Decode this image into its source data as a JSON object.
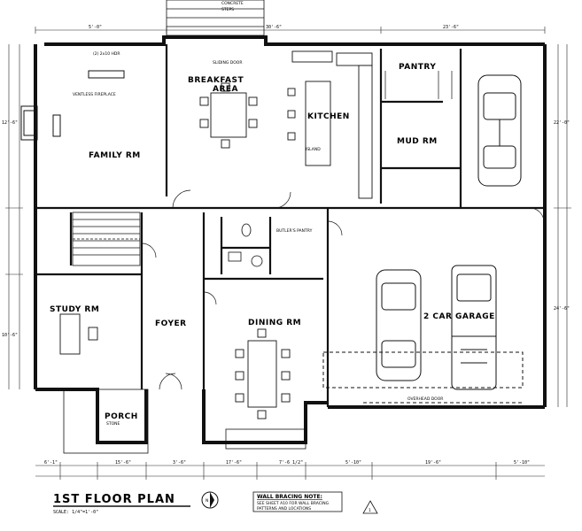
{
  "drawing": {
    "title": "1ST FLOOR PLAN",
    "scale": "SCALE: 1/4\"=1'-0\"",
    "north_marker": "N",
    "note_title": "WALL BRACING NOTE:",
    "note_lines": [
      "SEE SHEET A10 FOR WALL BRACING",
      "PATTERNS AND LOCATIONS"
    ],
    "revision_marker": "1"
  },
  "rooms": {
    "family_rm": "FAMILY RM",
    "breakfast": "BREAKFAST",
    "breakfast_2": "AREA",
    "kitchen": "KITCHEN",
    "pantry": "PANTRY",
    "mud_rm": "MUD RM",
    "study_rm": "STUDY RM",
    "foyer": "FOYER",
    "dining_rm": "DINING RM",
    "porch": "PORCH",
    "bath_pantry": "BUTLER'S PANTRY",
    "garage": "2 CAR GARAGE"
  },
  "dimensions": {
    "top_left": "5'-0\"",
    "top_mid": "30'-6\"",
    "top_right": "23'-6\"",
    "bot_1": "6'-1\"",
    "bot_2": "15'-6\"",
    "bot_3": "3'-6\"",
    "bot_4": "17'-6\"",
    "bot_5": "7'-6 1/2\"",
    "bot_6": "5'-10\"",
    "bot_7": "19'-6\"",
    "bot_8": "5'-10\"",
    "side_l1": "12'-6\"",
    "side_l2": "10'-6\"",
    "side_r1": "22'-0\"",
    "side_r2": "24'-6\""
  },
  "annotations": {
    "concrete": "CONCRETE",
    "steps": "STEPS",
    "fireplace": "VENTLESS FIREPLACE",
    "island": "ISLAND",
    "sliding_door": "SLIDING DOOR",
    "stone": "STONE",
    "overhead_door": "OVERHEAD DOOR",
    "hdr": "(2) 2x10 HDR"
  }
}
